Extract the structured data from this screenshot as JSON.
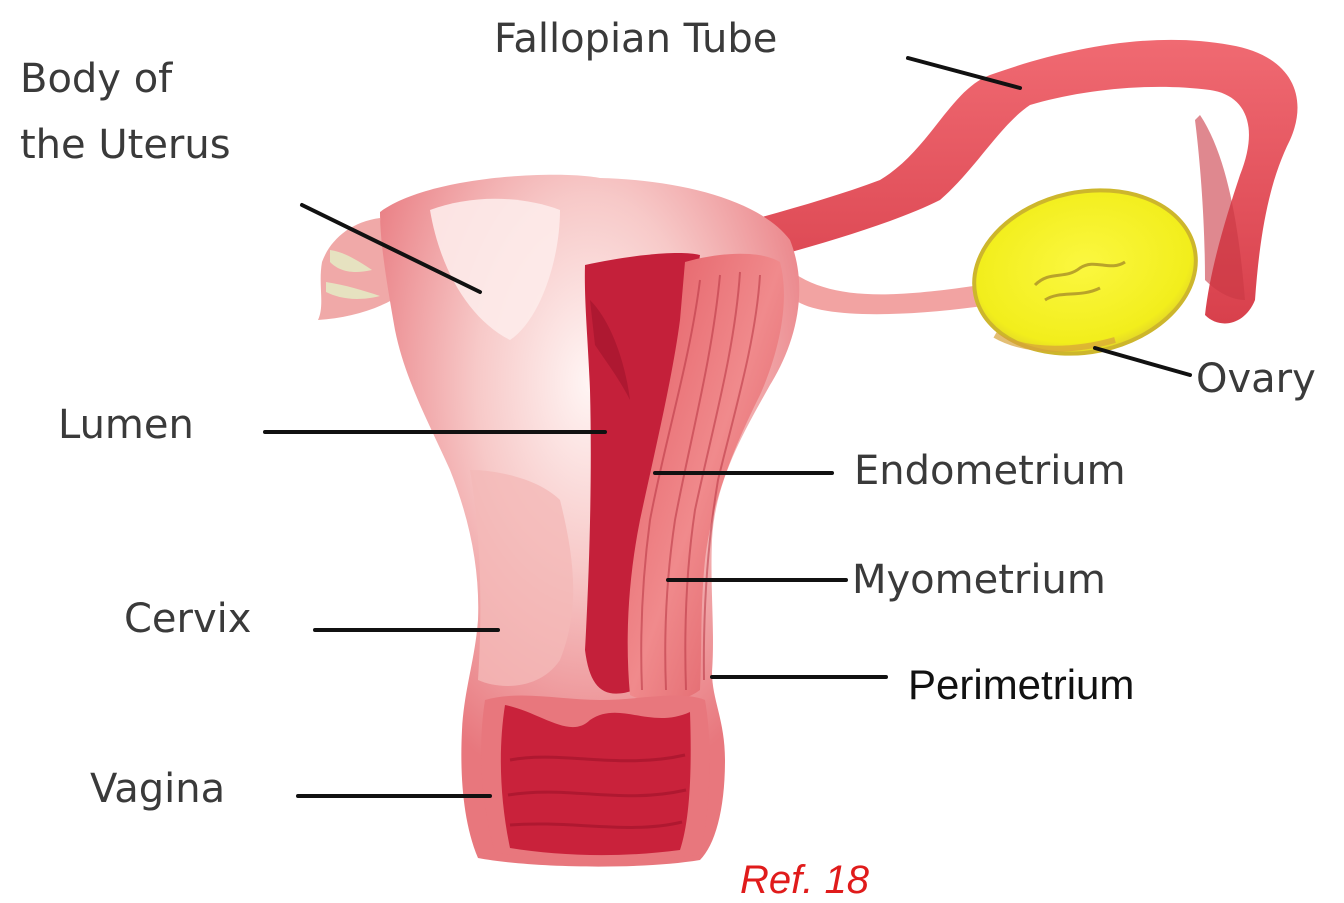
{
  "labels": {
    "fallopian_tube": "Fallopian Tube",
    "body_line1": "Body of",
    "body_line2": "the Uterus",
    "lumen": "Lumen",
    "ovary": "Ovary",
    "endometrium": "Endometrium",
    "myometrium": "Myometrium",
    "cervix": "Cervix",
    "perimetrium": "Perimetrium",
    "vagina": "Vagina"
  },
  "reference": "Ref. 18",
  "colors": {
    "uterus_outer": "#e8777d",
    "uterus_light": "#f6c4c4",
    "uterus_highlight": "#fde9e8",
    "lumen_dark": "#c4203a",
    "muscle": "#d9515a",
    "ovary_fill": "#f2ee1c",
    "ovary_edge": "#d8c530",
    "reference_red": "#e01b1b"
  }
}
